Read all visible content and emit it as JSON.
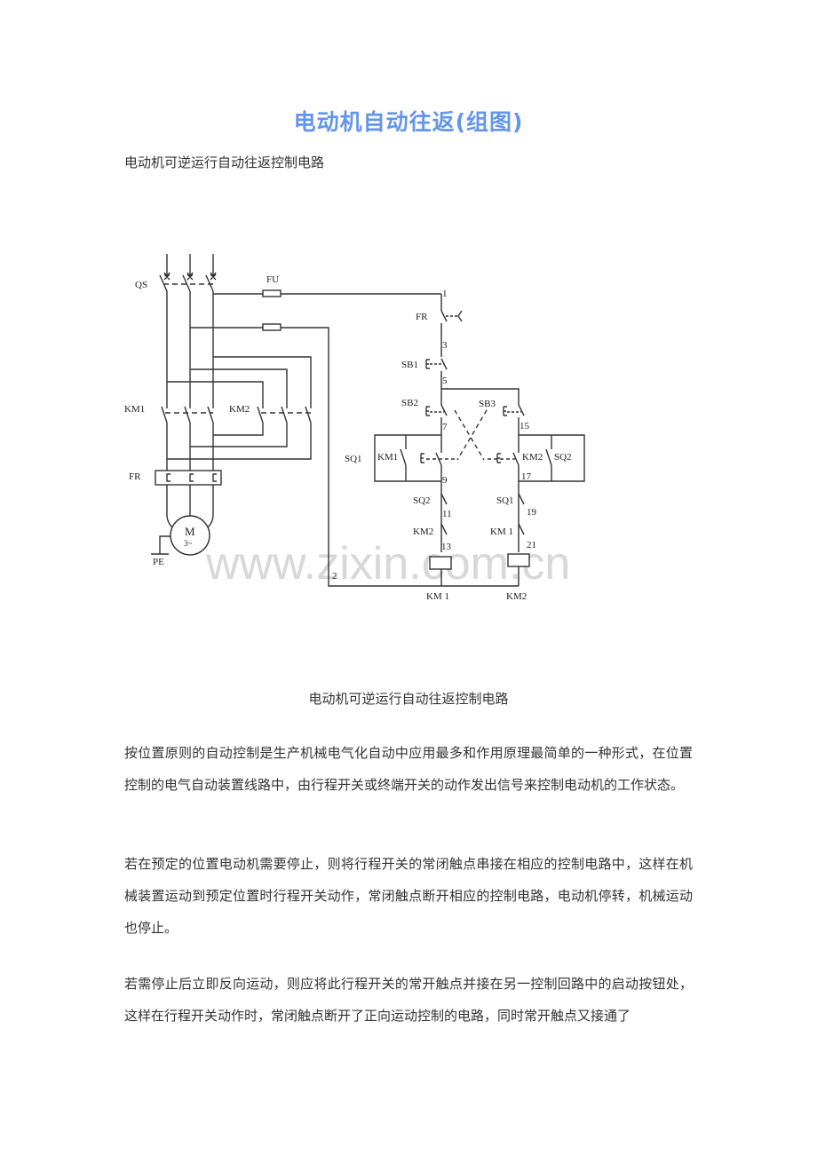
{
  "document": {
    "title": "电动机自动往返(组图)",
    "subtitle": "电动机可逆运行自动往返控制电路",
    "figure_caption": "电动机可逆运行自动往返控制电路",
    "watermark": "www.zixin.com.cn",
    "paragraphs": [
      "按位置原则的自动控制是生产机械电气化自动中应用最多和作用原理最简单的一种形式，在位置控制的电气自动装置线路中，由行程开关或终端开关的动作发出信号来控制电动机的工作状态。",
      "若在预定的位置电动机需要停止，则将行程开关的常闭触点串接在相应的控制电路中，这样在机械装置运动到预定位置时行程开关动作，常闭触点断开相应的控制电路，电动机停转，机械运动也停止。",
      "若需停止后立即反向运动，则应将此行程开关的常开触点并接在另一控制回路中的启动按钮处，这样在行程开关动作时，常闭触点断开了正向运动控制的电路，同时常开触点又接通了"
    ]
  },
  "diagram": {
    "main_circuit": {
      "QS": "QS",
      "FU": "FU",
      "KM1": "KM1",
      "KM2": "KM2",
      "FR": "FR",
      "motor_M": "M",
      "motor_phase": "3~",
      "PE": "PE"
    },
    "control_circuit": {
      "FR": "FR",
      "SB1": "SB1",
      "SB2": "SB2",
      "SB3": "SB3",
      "SQ1_left": "SQ1",
      "KM1_hold": "KM1",
      "KM2_hold": "KM2",
      "SQ2_right": "SQ2",
      "SQ2_series": "SQ2",
      "SQ1_series": "SQ1",
      "KM2_interlock": "KM2",
      "KM1_interlock": "KM 1",
      "coil_KM1": "KM 1",
      "coil_KM2": "KM2",
      "nodes": {
        "n1": "1",
        "n2": "2",
        "n3": "3",
        "n5": "5",
        "n7": "7",
        "n9": "9",
        "n11": "11",
        "n13": "13",
        "n15": "15",
        "n17": "17",
        "n19": "19",
        "n21": "21"
      }
    }
  }
}
